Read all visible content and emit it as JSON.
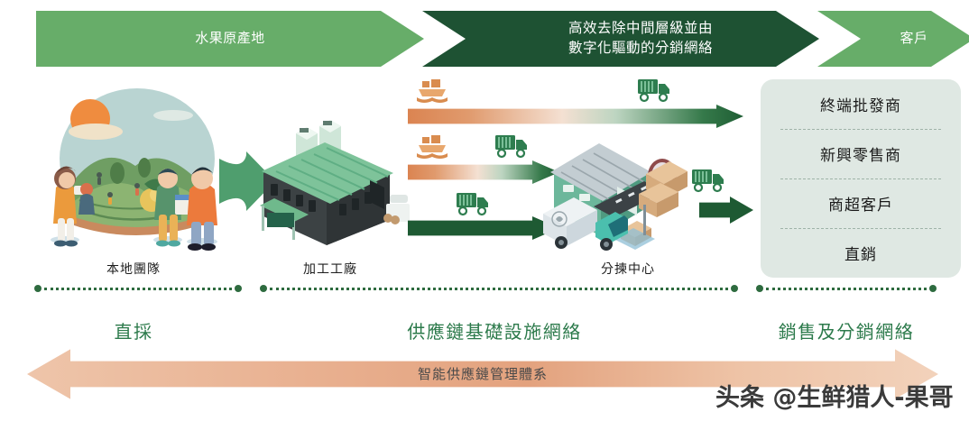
{
  "header": {
    "stages": [
      {
        "id": "origin",
        "label": "水果原產地",
        "color": "#67AD69"
      },
      {
        "id": "network",
        "label": "高效去除中間層級並由\n數字化驅動的分銷網絡",
        "color": "#1E5233"
      },
      {
        "id": "customer",
        "label": "客戶",
        "color": "#67AD69"
      }
    ]
  },
  "customers": {
    "panel_color": "#DFE8E3",
    "items": [
      {
        "label": "終端批發商"
      },
      {
        "label": "新興零售商"
      },
      {
        "label": "商超客戶"
      },
      {
        "label": "直銷"
      }
    ]
  },
  "nodes": [
    {
      "id": "local-team",
      "caption": "本地團隊"
    },
    {
      "id": "processing",
      "caption": "加工工廠"
    },
    {
      "id": "sorting-center",
      "caption": "分揀中心"
    }
  ],
  "sections": [
    {
      "id": "direct-sourcing",
      "label": "直採",
      "color": "#2c7a4b"
    },
    {
      "id": "supply-chain-infra",
      "label": "供應鏈基礎設施網絡",
      "color": "#2c7a4b"
    },
    {
      "id": "sales-distribution",
      "label": "銷售及分銷網絡",
      "color": "#2c7a4b"
    }
  ],
  "bottom_arrow": {
    "label": "智能供應鏈管理體系",
    "color_start": "#eec5aa",
    "color_end": "#f2d2bb"
  },
  "flow_arrows": [
    {
      "id": "lane-1",
      "style": "gradient",
      "icons": [
        "ship-icon",
        "truck-icon"
      ]
    },
    {
      "id": "lane-2",
      "style": "gradient",
      "icons": [
        "ship-icon",
        "truck-icon"
      ]
    },
    {
      "id": "lane-3",
      "style": "solid",
      "icons": [
        "truck-icon"
      ]
    },
    {
      "id": "lane-4",
      "style": "solid",
      "icons": [
        "truck-icon"
      ]
    }
  ],
  "watermark": {
    "text": "头条 @生鲜猎人-果哥"
  },
  "palette": {
    "green_light": "#67AD69",
    "green_dark": "#1E5233",
    "mint": "#DFE8E3",
    "orange": "#DB8451",
    "peach": "#E9B191",
    "dot_green": "#2E6B3F"
  }
}
